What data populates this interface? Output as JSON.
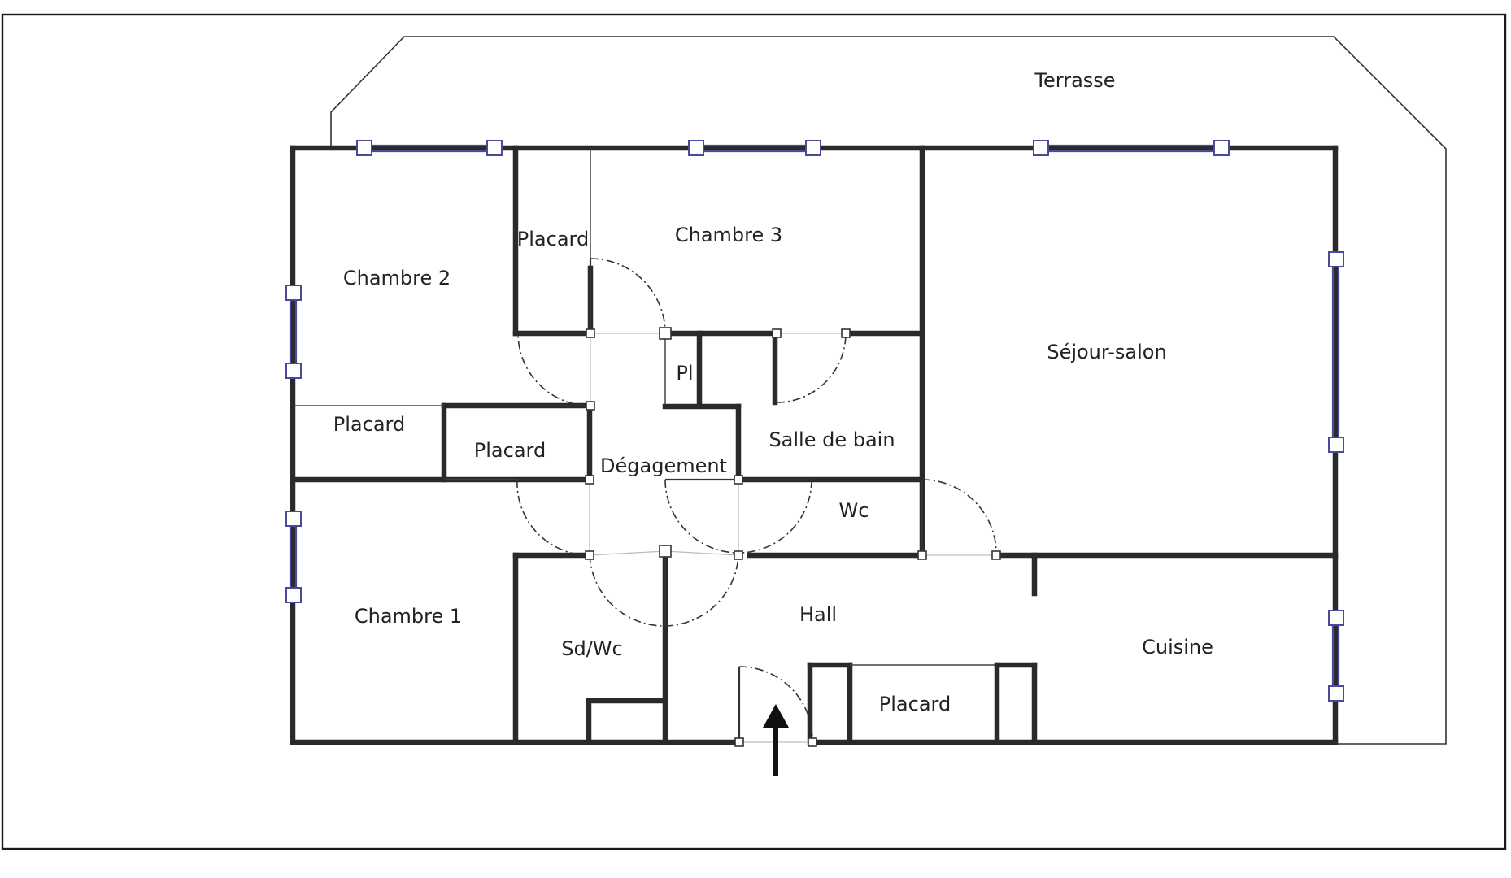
{
  "rooms": {
    "terrasse": "Terrasse",
    "chambre_2": "Chambre 2",
    "placard_chambre_3": "Placard",
    "chambre_3": "Chambre 3",
    "sejour_salon": "Séjour-salon",
    "pl": "Pl",
    "placard_chambre_2": "Placard",
    "placard_degagement": "Placard",
    "degagement": "Dégagement",
    "salle_de_bain": "Salle de bain",
    "wc": "Wc",
    "chambre_1": "Chambre 1",
    "sd_wc": "Sd/Wc",
    "hall": "Hall",
    "cuisine": "Cuisine",
    "placard_hall": "Placard"
  },
  "colors": {
    "wall": "#2a2a2a",
    "window": "#4a4a9a",
    "background": "#ffffff"
  },
  "icons": {
    "entrance": "entrance-arrow-icon"
  }
}
